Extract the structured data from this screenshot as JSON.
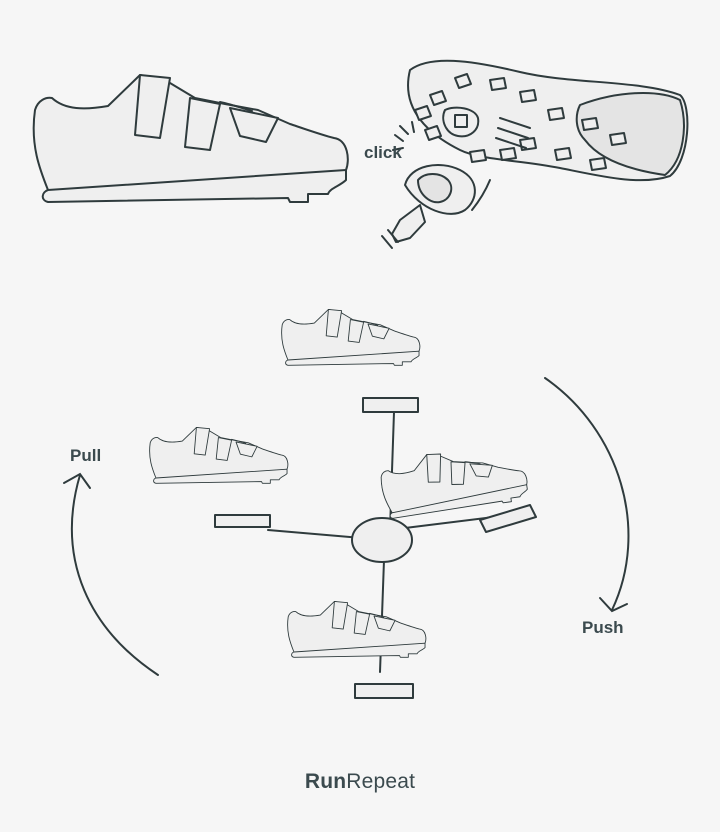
{
  "labels": {
    "click": "click",
    "pull": "Pull",
    "push": "Push"
  },
  "brand": {
    "part1": "Run",
    "part2": "Repeat"
  },
  "colors": {
    "stroke": "#2f3b3d",
    "fill": "#efefef",
    "background": "#f6f6f6"
  }
}
